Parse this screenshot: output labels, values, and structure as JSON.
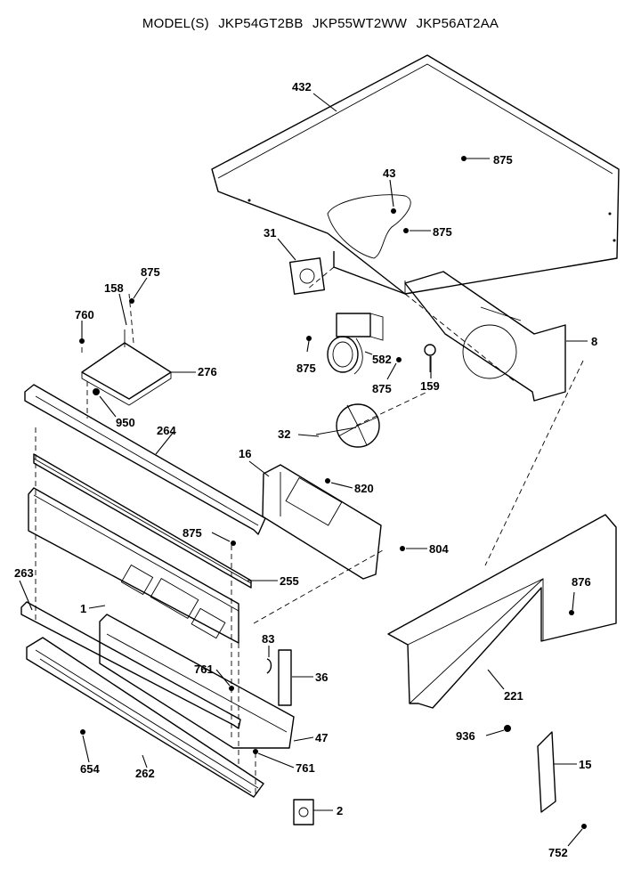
{
  "header": {
    "prefix": "MODEL(S)",
    "models": [
      "JKP54GT2BB",
      "JKP55WT2WW",
      "JKP56AT2AA"
    ]
  },
  "callouts": {
    "p432": "432",
    "p875a": "875",
    "p43": "43",
    "p875b": "875",
    "p31": "31",
    "p875c": "875",
    "p158": "158",
    "p760": "760",
    "p276": "276",
    "p875d": "875",
    "p582": "582",
    "p875e": "875",
    "p159": "159",
    "p8": "8",
    "p950": "950",
    "p264": "264",
    "p32": "32",
    "p16": "16",
    "p820": "820",
    "p875f": "875",
    "p804": "804",
    "p255": "255",
    "p263": "263",
    "p1": "1",
    "p876": "876",
    "p83": "83",
    "p36": "36",
    "p761a": "761",
    "p47": "47",
    "p221": "221",
    "p936": "936",
    "p654": "654",
    "p262": "262",
    "p761b": "761",
    "p15": "15",
    "p2": "2",
    "p752": "752"
  }
}
